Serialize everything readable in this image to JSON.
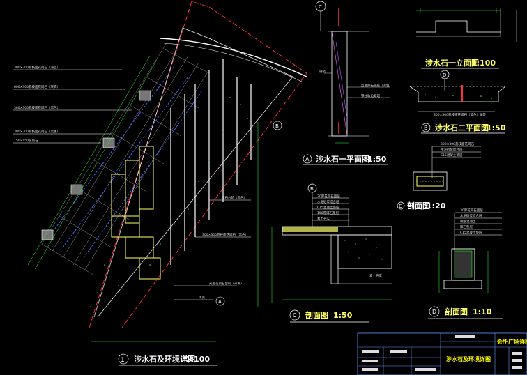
{
  "drawing": {
    "views": {
      "plan_main": {
        "marker": "1",
        "title": "涉水石及环境详图",
        "scale": "1:100"
      },
      "plan_a": {
        "marker": "A",
        "title": "涉水石一平面图",
        "scale": "1:50"
      },
      "elev_1": {
        "title": "涉水石一立面图",
        "scale": "1:100"
      },
      "plan_b": {
        "marker": "B",
        "title": "涉水石二平面图",
        "scale": "1:50"
      },
      "section_c": {
        "marker": "C",
        "title": "剖面图",
        "scale": "1:50"
      },
      "section_e": {
        "marker": "E",
        "title": "剖面图",
        "scale": "1:20"
      },
      "section_d": {
        "marker": "D",
        "title": "剖面图",
        "scale": "1:10"
      }
    },
    "callouts": {
      "c_top": "C",
      "d_top": "D",
      "b_plan": "B",
      "b_section": "B",
      "a_plan": "A"
    },
    "title_block": {
      "project": "会所广场详图",
      "sheet_title": "涉水石及环境详图"
    }
  }
}
